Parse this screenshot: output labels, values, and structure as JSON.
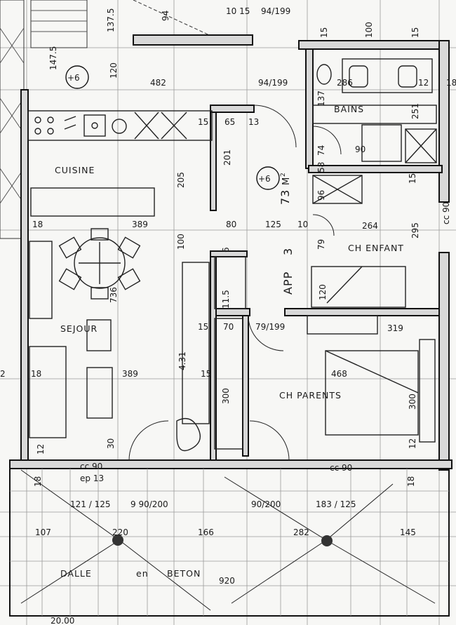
{
  "rooms": {
    "cuisine": "CUISINE",
    "sejour": "SEJOUR",
    "bains": "BAINS",
    "ch_enfant": "CH ENFANT",
    "ch_parents": "CH  PARENTS",
    "app": "APP",
    "app_num": "3",
    "area": "73",
    "area_unit": "M",
    "area_exp": "2",
    "dalle": "DALLE",
    "en": "en",
    "beton": "BETON"
  },
  "markers": {
    "level_top": "+6",
    "level_mid": "+6"
  },
  "dimensions": {
    "d_482": "482",
    "d_94_199_top": "94/199",
    "d_94_199_mid": "94/199",
    "d_100": "100",
    "d_286": "286",
    "d_251": "251",
    "d_137": "137",
    "d_90_bath": "90",
    "d_74": "74",
    "d_58": "58",
    "d_96": "96",
    "d_15_a": "15",
    "d_65": "65",
    "d_13": "13",
    "d_201": "201",
    "d_205": "205",
    "d_389_top": "389",
    "d_18_left": "18",
    "d_80": "80",
    "d_125": "125",
    "d_10": "10",
    "d_264": "264",
    "d_295": "295",
    "d_cc90_right": "cc 90",
    "d_79": "79",
    "d_120_a": "120",
    "d_120_b": "120",
    "d_736": "736",
    "d_70": "70",
    "d_79_199": "79/199",
    "d_319": "319",
    "d_115": "11.5",
    "d_431": "4.31",
    "d_389_mid": "389",
    "d_18_sej": "18",
    "d_300_left": "300",
    "d_468": "468",
    "d_300_right": "300",
    "d_30": "30",
    "d_12_a": "12",
    "d_12_b": "12",
    "d_cc90_a": "cc 90",
    "d_ep13": "ep 13",
    "d_cc90_b": "cc 90",
    "d_18_bot": "18",
    "d_18_bot_r": "18",
    "d_121_125": "121 / 125",
    "d_9_90_200": "9 90/200",
    "d_90_200": "90/200",
    "d_183_125": "183 / 125",
    "d_107": "107",
    "d_220": "220",
    "d_166": "166",
    "d_282": "282",
    "d_145": "145",
    "d_920": "920",
    "d_2000": "20.00",
    "d_1475": "147.5",
    "d_137_5": "137.5",
    "d_94": "94",
    "d_10_15": "10 15",
    "d_15_b": "15",
    "d_15_c": "15",
    "d_15_d": "15",
    "d_15_e": "15",
    "d_12_top": "12",
    "d_18_tr": "18",
    "d_6": "6",
    "d_100_b": "100",
    "d_15_f": "15",
    "d_2": "2"
  }
}
